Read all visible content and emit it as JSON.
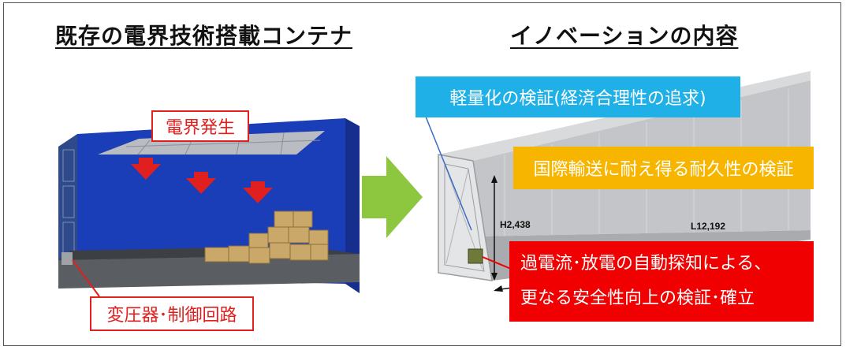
{
  "left_heading": "既存の電界技術搭載コンテナ",
  "right_heading": "イノベーションの内容",
  "left_labels": {
    "field": "電界発生",
    "transformer": "変圧器･制御回路"
  },
  "right_labels": {
    "light": "軽量化の検証(経済合理性の追求)",
    "durability": "国際輸送に耐え得る耐久性の検証",
    "safety_line1": "過電流･放電の自動探知による、",
    "safety_line2": "更なる安全性向上の検証･確立"
  },
  "dimensions": {
    "height": "H2,438",
    "length": "L12,192"
  },
  "colors": {
    "red": "#e0201e",
    "blue": "#1fb0e8",
    "orange": "#f7b500",
    "green_arrow": "#8dc63f",
    "container_blue": "#1a3db8"
  }
}
